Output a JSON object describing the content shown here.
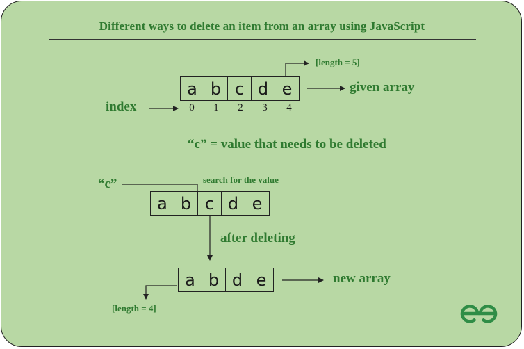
{
  "title": "Different ways to delete an item from an array using JavaScript",
  "given_array": {
    "cells": [
      "a",
      "b",
      "c",
      "d",
      "e"
    ],
    "indices": [
      "0",
      "1",
      "2",
      "3",
      "4"
    ],
    "index_label": "index",
    "label": "given array",
    "length_label": "[length = 5]"
  },
  "value_statement": "“c” = value that needs to be deleted",
  "search": {
    "value_label": "“c”",
    "caption": "search for the value",
    "cells": [
      "a",
      "b",
      "c",
      "d",
      "e"
    ]
  },
  "after_deleting_label": "after deleting",
  "new_array": {
    "cells": [
      "a",
      "b",
      "d",
      "e"
    ],
    "label": "new array",
    "length_label": "[length = 4]"
  },
  "colors": {
    "background": "#b8d8a4",
    "accent": "#2f7a30",
    "logo": "#2f8d46"
  },
  "logo_icon": "geeksforgeeks-logo-icon"
}
